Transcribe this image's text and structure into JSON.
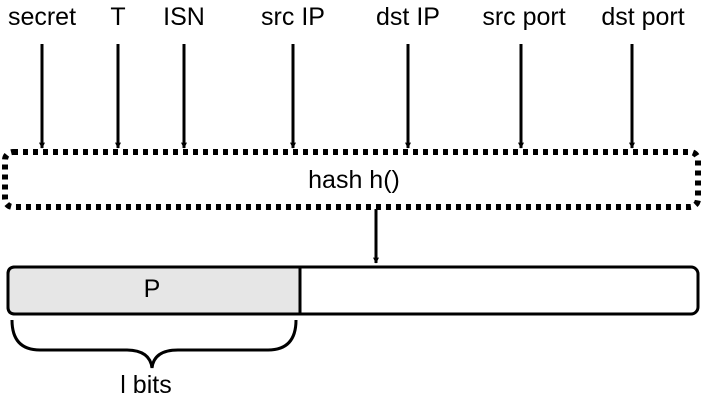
{
  "inputs": {
    "secret": "secret",
    "t": "T",
    "isn": "ISN",
    "src_ip": "src IP",
    "dst_ip": "dst IP",
    "src_port": "src port",
    "dst_port": "dst port"
  },
  "hash_box": {
    "label": "hash h()"
  },
  "output": {
    "prefix_label": "P",
    "prefix_length_label": "l bits"
  },
  "colors": {
    "stroke": "#000000",
    "prefix_fill": "#e6e6e6",
    "background": "#ffffff"
  }
}
